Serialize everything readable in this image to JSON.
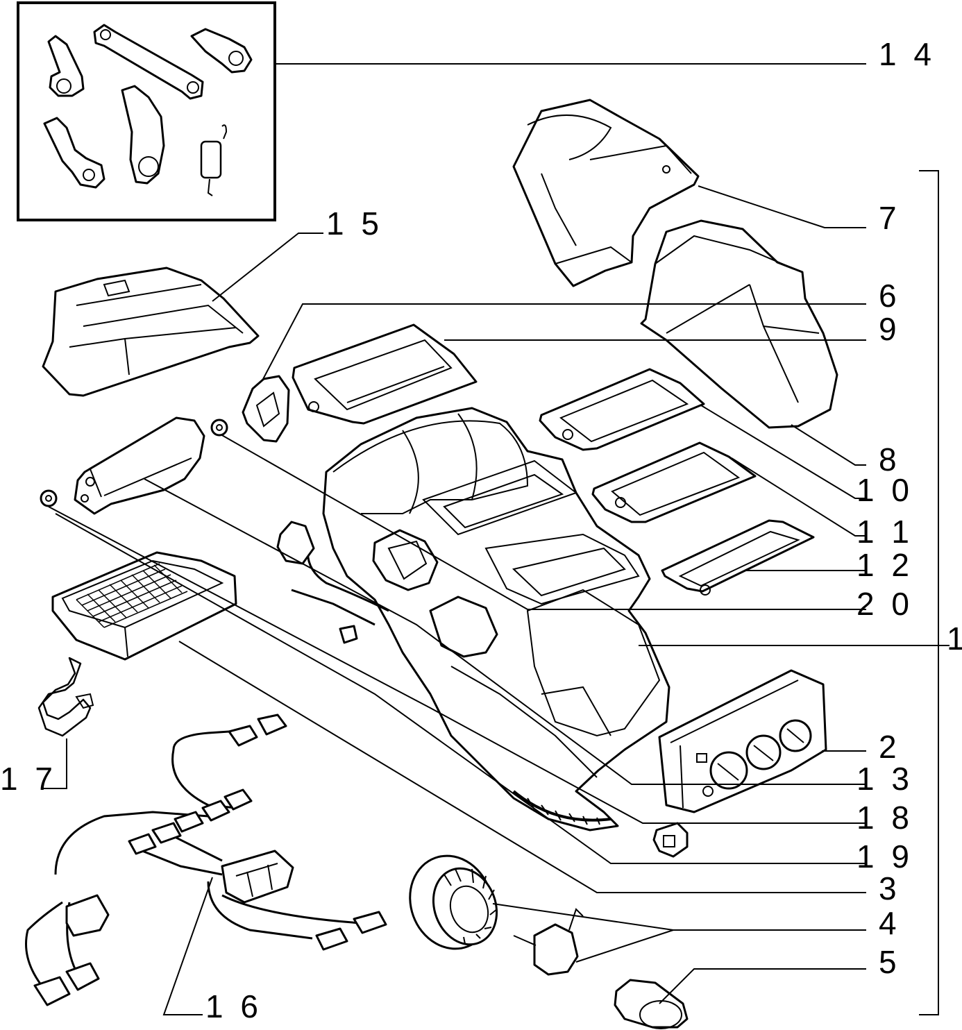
{
  "callouts": [
    {
      "id": "14",
      "label": "1 4"
    },
    {
      "id": "15",
      "label": "1 5"
    },
    {
      "id": "7",
      "label": "7"
    },
    {
      "id": "6",
      "label": "6"
    },
    {
      "id": "9",
      "label": "9"
    },
    {
      "id": "8",
      "label": "8"
    },
    {
      "id": "10",
      "label": "1 0"
    },
    {
      "id": "11",
      "label": "1 1"
    },
    {
      "id": "12",
      "label": "1 2"
    },
    {
      "id": "20",
      "label": "2 0"
    },
    {
      "id": "1",
      "label": "1"
    },
    {
      "id": "2",
      "label": "2"
    },
    {
      "id": "13",
      "label": "1 3"
    },
    {
      "id": "18",
      "label": "1 8"
    },
    {
      "id": "19",
      "label": "1 9"
    },
    {
      "id": "3",
      "label": "3"
    },
    {
      "id": "4",
      "label": "4"
    },
    {
      "id": "5",
      "label": "5"
    },
    {
      "id": "17",
      "label": "1 7"
    },
    {
      "id": "16",
      "label": "1 6"
    }
  ]
}
